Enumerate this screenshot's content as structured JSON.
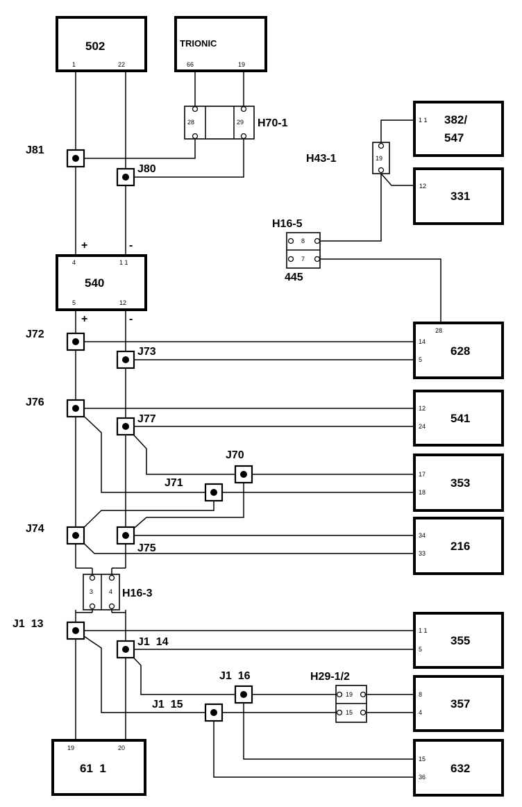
{
  "modules": {
    "m502": {
      "name": "502",
      "pins": [
        "1",
        "22"
      ]
    },
    "trionic": {
      "name": "TRIONIC",
      "pins": [
        "66",
        "19"
      ]
    },
    "m382": {
      "name1": "382/",
      "name2": "547",
      "pin": "1 1"
    },
    "m331": {
      "name": "331",
      "pin": "12"
    },
    "m540": {
      "name": "540",
      "pins_top": [
        "4",
        "1 1"
      ],
      "pins_bottom": [
        "5",
        "12"
      ]
    },
    "m628": {
      "name": "628",
      "pins": [
        "28",
        "14",
        "5"
      ]
    },
    "m541": {
      "name": "541",
      "pins": [
        "12",
        "24"
      ]
    },
    "m353": {
      "name": "353",
      "pins": [
        "17",
        "18"
      ]
    },
    "m216": {
      "name": "216",
      "pins": [
        "34",
        "33"
      ]
    },
    "m355": {
      "name": "355",
      "pins": [
        "1 1",
        "5"
      ]
    },
    "m357": {
      "name": "357",
      "pins": [
        "8",
        "4"
      ]
    },
    "m632": {
      "name": "632",
      "pins": [
        "15",
        "36"
      ]
    },
    "m611": {
      "name": "61  1",
      "pins": [
        "19",
        "20"
      ]
    }
  },
  "connectors": {
    "h70": {
      "label": "H70-1",
      "pins": [
        "28",
        "29"
      ]
    },
    "h43": {
      "label": "H43-1",
      "pin": "19"
    },
    "h16_5": {
      "label": "H16-5",
      "sublabel": "445",
      "pins": [
        "8",
        "7"
      ]
    },
    "h16_3": {
      "label": "H16-3",
      "pins": [
        "3",
        "4"
      ]
    },
    "h29": {
      "label": "H29-1/2",
      "pins": [
        "19",
        "15"
      ]
    }
  },
  "junctions": {
    "j81": "J81",
    "j80": "J80",
    "j72": "J72",
    "j73": "J73",
    "j76": "J76",
    "j77": "J77",
    "j70": "J70",
    "j71": "J71",
    "j74": "J74",
    "j75": "J75",
    "j1_13": "J1  13",
    "j1_14": "J1  14",
    "j1_15": "J1  15",
    "j1_16": "J1  16"
  },
  "signs": {
    "plus": "+",
    "minus": "-"
  }
}
